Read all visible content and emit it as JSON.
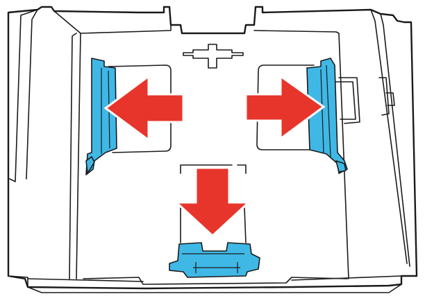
{
  "colors": {
    "guide": "#3fb8e6",
    "arrow": "#e8352b",
    "outline": "#1a1a1a",
    "tray": "#ffffff"
  },
  "parts": {
    "paper_cassette": "paper-cassette",
    "left_edge_guide": "edge-guide",
    "right_edge_guide": "edge-guide",
    "front_edge_guide": "edge-guide",
    "arrows": [
      "arrow-left",
      "arrow-right",
      "arrow-down"
    ]
  }
}
